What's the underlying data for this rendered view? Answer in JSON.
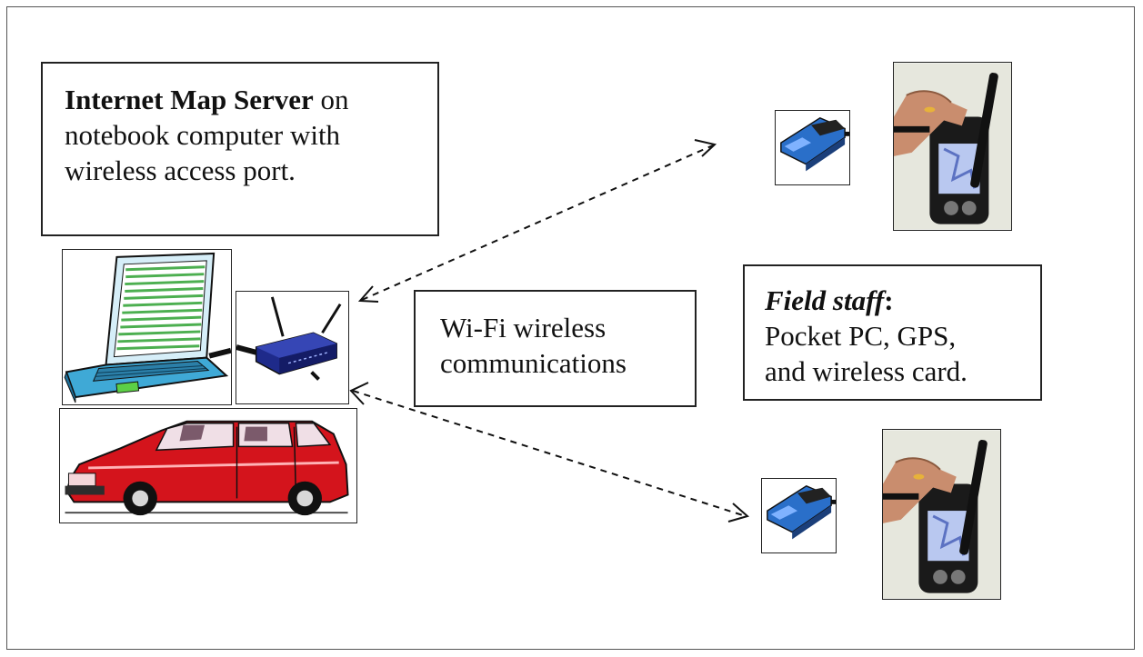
{
  "server_label": {
    "bold": "Internet Map Server",
    "rest": " on",
    "line2": "notebook computer with",
    "line3": "wireless access port."
  },
  "wifi_label": {
    "line1": "Wi-Fi wireless",
    "line2": "communications"
  },
  "field_label": {
    "title": "Field staff",
    "colon": ":",
    "line2": "Pocket PC, GPS,",
    "line3": "and wireless card."
  },
  "icons": {
    "laptop": "laptop-icon",
    "router": "wireless-router-icon",
    "van": "minivan-icon",
    "card": "wireless-card-icon",
    "pda": "pocket-pc-icon"
  },
  "colors": {
    "van_body": "#d4141c",
    "laptop_body": "#3fa9d6",
    "screen_lines": "#4caf50",
    "router_body": "#1e2a8a",
    "card_body": "#2a6fc9"
  }
}
